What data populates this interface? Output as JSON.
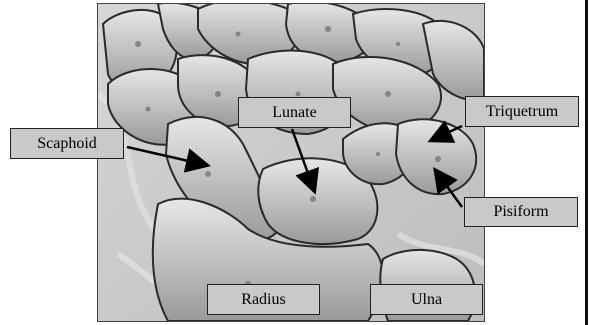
{
  "labels": {
    "lunate": "Lunate",
    "triquetrum": "Triquetrum",
    "scaphoid": "Scaphoid",
    "pisiform": "Pisiform",
    "radius": "Radius",
    "ulna": "Ulna"
  }
}
